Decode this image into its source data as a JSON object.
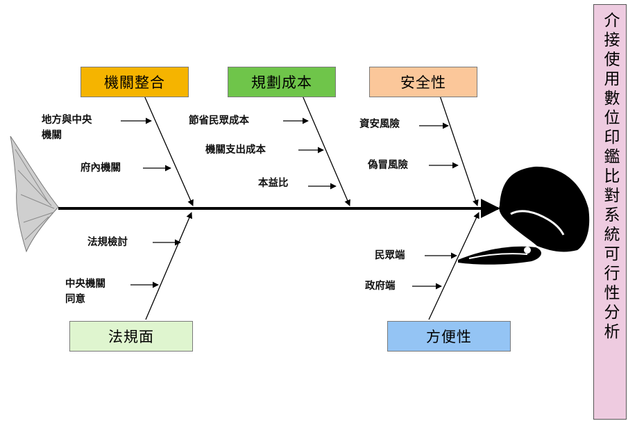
{
  "title": "介接使用數位印鑑比對系統可行性分析",
  "categories": {
    "integration": "機關整合",
    "cost": "規劃成本",
    "security": "安全性",
    "legal": "法規面",
    "convenience": "方便性"
  },
  "causes": {
    "integration": [
      "地方與中央\n機關",
      "府內機關"
    ],
    "cost": [
      "節省民眾成本",
      "機關支出成本",
      "本益比"
    ],
    "security": [
      "資安風險",
      "偽冒風險"
    ],
    "legal": [
      "法規檢討",
      "中央機關\n同意"
    ],
    "convenience": [
      "民眾端",
      "政府端"
    ]
  },
  "colors": {
    "integration": "#f5b400",
    "cost": "#6fc54a",
    "security": "#fbc79a",
    "legal": "#dff5cf",
    "convenience": "#94c4f4",
    "title_panel": "#eecbe0"
  }
}
